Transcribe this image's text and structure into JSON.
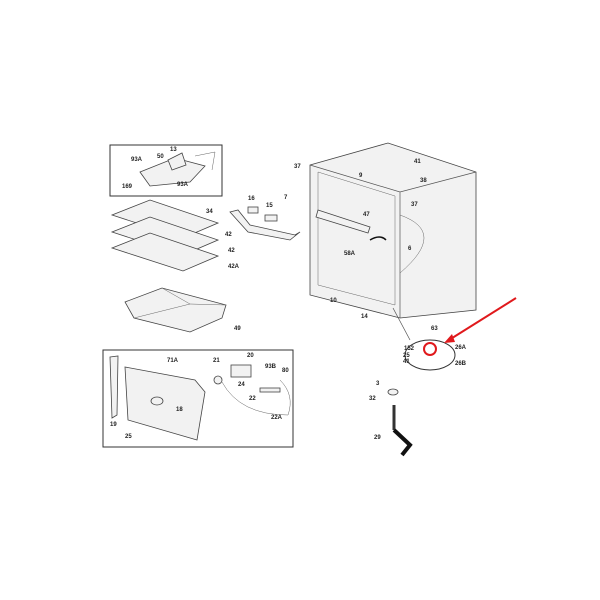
{
  "diagram": {
    "accent_color": "#e0191c",
    "labels": [
      "13",
      "50",
      "93A",
      "169",
      "93A",
      "34",
      "16",
      "15",
      "7",
      "37",
      "42",
      "42",
      "42A",
      "49",
      "9",
      "41",
      "38",
      "37",
      "47",
      "6",
      "58A",
      "10",
      "14",
      "63",
      "152",
      "25",
      "41",
      "26A",
      "26B",
      "3",
      "32",
      "29",
      "71A",
      "21",
      "20",
      "93B",
      "80",
      "24",
      "22",
      "22A",
      "18",
      "19",
      "25"
    ]
  }
}
